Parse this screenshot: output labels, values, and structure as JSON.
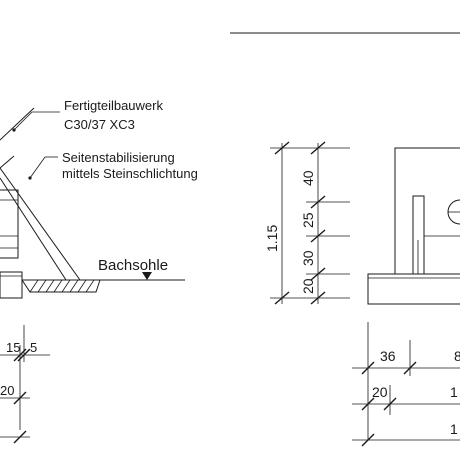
{
  "annotations": {
    "precast_line1": "Fertigteilbauwerk",
    "precast_line2": "C30/37 XC3",
    "stab_line1": "Seitenstabilisierung",
    "stab_line2": "mittels Steinschlichtung",
    "streambed": "Bachsohle"
  },
  "dims_vertical": {
    "total": "1.15",
    "d40": "40",
    "d25": "25",
    "d30": "30",
    "d20": "20"
  },
  "dims_left": {
    "d15": "15",
    "d5": "5",
    "d20": "20"
  },
  "dims_right": {
    "d36": "36",
    "d20": "20",
    "partial_a": "8",
    "partial_b": "1",
    "partial_c": "1"
  }
}
